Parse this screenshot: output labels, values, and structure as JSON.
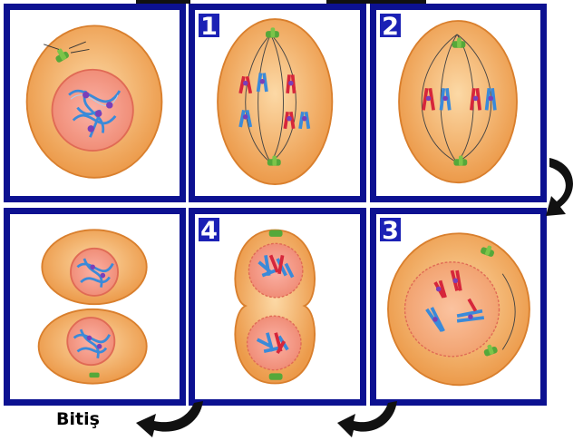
{
  "panels": [
    {
      "id": "start",
      "number": ""
    },
    {
      "id": "p1",
      "number": "1"
    },
    {
      "id": "p2",
      "number": "2"
    },
    {
      "id": "p3",
      "number": "3"
    },
    {
      "id": "p4",
      "number": "4"
    },
    {
      "id": "end",
      "number": ""
    }
  ],
  "end_label": "Bitiş",
  "colors": {
    "frame": "#0c1191",
    "badge": "#1b21b5",
    "cell": "#f0a85a",
    "cell_edge": "#d97f2d",
    "red": "#d6263b",
    "blue": "#3a8ad9",
    "centrosome": "#55a83a",
    "arrow": "#111111"
  }
}
